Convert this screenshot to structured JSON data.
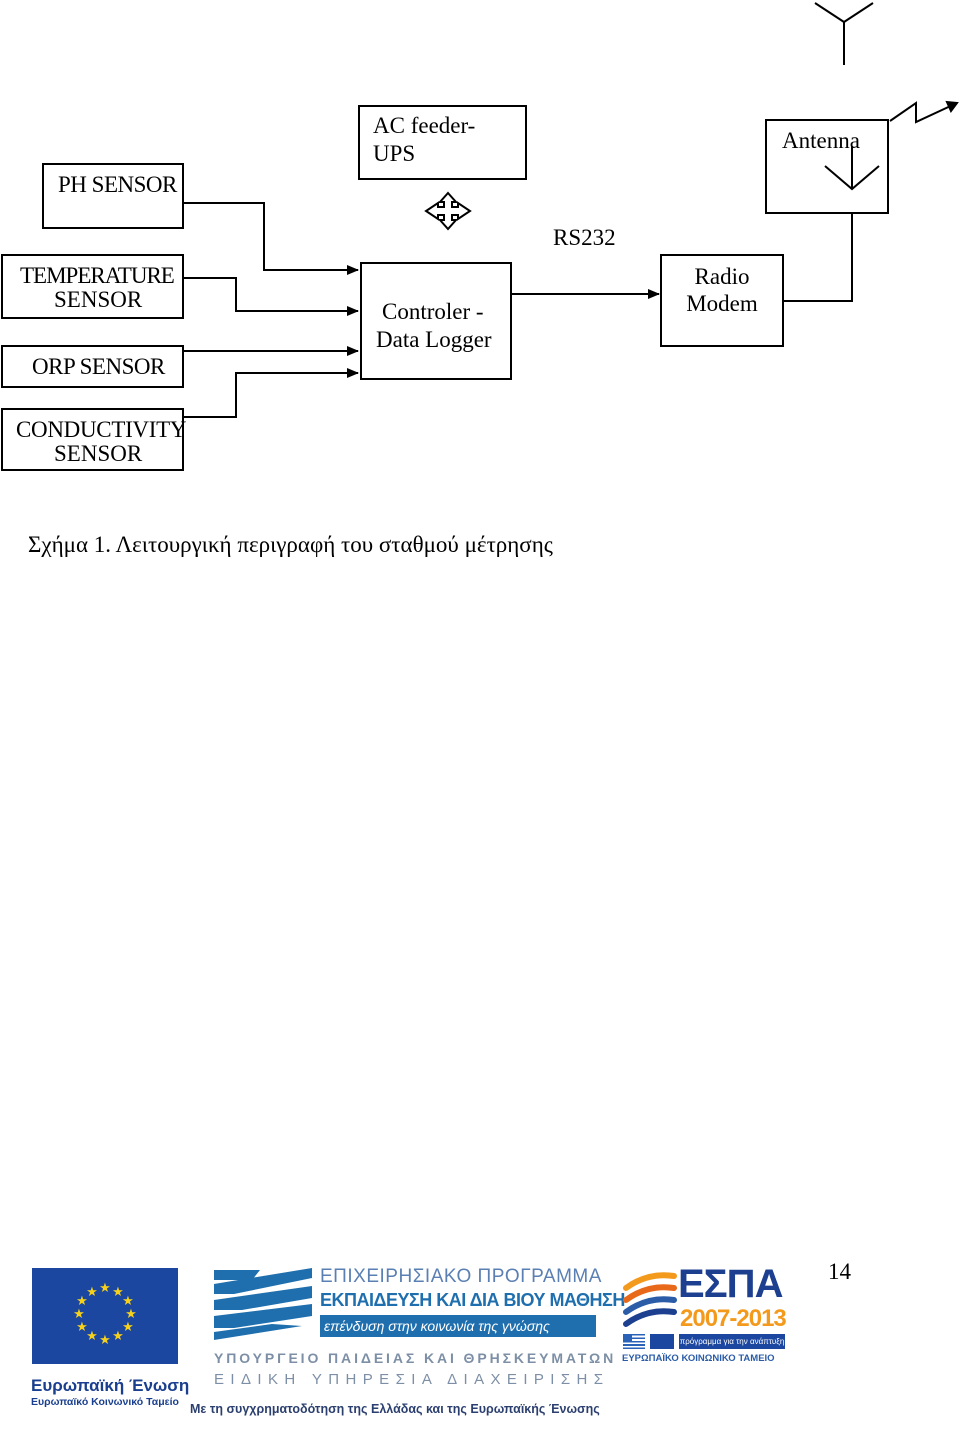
{
  "diagram": {
    "sensors": {
      "ph": "PH SENSOR",
      "temperature_line1": "TEMPERATURE",
      "temperature_line2": "SENSOR",
      "orp": "ORP SENSOR",
      "conductivity_line1": "CONDUCTIVITY",
      "conductivity_line2": "SENSOR"
    },
    "power": {
      "line1": "AC feeder-",
      "line2": "UPS"
    },
    "controller": {
      "line1": "Controler -",
      "line2": "Data Logger"
    },
    "link_label": "RS232",
    "modem": {
      "line1": "Radio",
      "line2": "Modem"
    },
    "antenna": "Antenna"
  },
  "caption": "Σχήμα 1. Λειτουργική περιγραφή του σταθμού μέτρησης",
  "page_number": "14",
  "footer": {
    "eu": {
      "title": "Ευρωπαϊκή Ένωση",
      "subtitle": "Ευρωπαϊκό Κοινωνικό Ταμείο"
    },
    "program": {
      "line1": "ΕΠΙΧΕΙΡΗΣΙΑΚΟ ΠΡΟΓΡΑΜΜΑ",
      "line2": "ΕΚΠΑΙΔΕΥΣΗ ΚΑΙ ΔΙΑ ΒΙΟΥ ΜΑΘΗΣΗ",
      "line3": "επένδυση στην κοινωνία της γνώσης",
      "line4": "ΥΠΟΥΡΓΕΙΟ ΠΑΙΔΕΙΑΣ ΚΑΙ ΘΡΗΣΚΕΥΜΑΤΩΝ",
      "line5": "ΕΙΔΙΚΗ ΥΠΗΡΕΣΙΑ ΔΙΑΧΕΙΡΙΣΗΣ",
      "line6": "Με τη συγχρηματοδότηση της Ελλάδας και της Ευρωπαϊκής Ένωσης"
    },
    "espa": {
      "title": "ΕΣΠΑ",
      "years": "2007-2013",
      "tagline": "πρόγραμμα για την ανάπτυξη",
      "fund": "ΕΥΡΩΠΑΪΚΟ ΚΟΙΝΩΝΙΚΟ ΤΑΜΕΙΟ"
    }
  },
  "colors": {
    "eu_blue": "#1c47a0",
    "eu_star": "#f6d11c",
    "program_blue": "#1f6fae",
    "espa_orange": "#f39a1c"
  }
}
